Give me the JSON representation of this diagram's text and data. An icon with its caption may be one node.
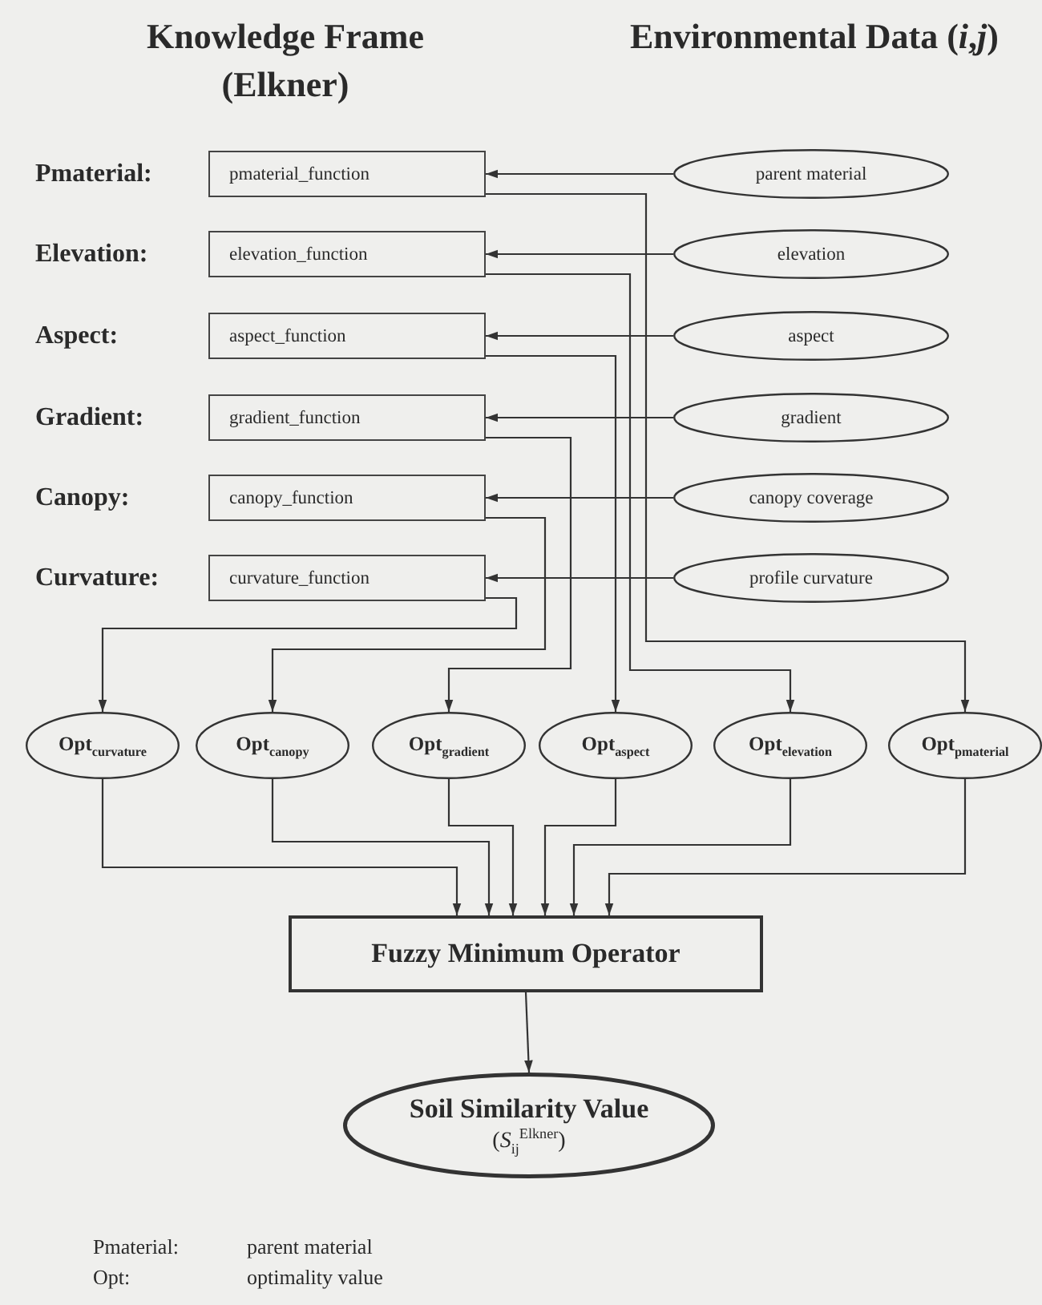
{
  "diagram": {
    "nodes": [
      {
        "text": [
          "Pmaterial:",
          "pmaterial_function"
        ]
      },
      {
        "text": [
          "Elevation:",
          "elevation_function"
        ]
      },
      {
        "text": [
          "Aspect:",
          "aspect_function"
        ]
      },
      {
        "text": [
          "Gradient:",
          "gradient_function"
        ]
      },
      {
        "text": [
          "Canopy:",
          "canopy_function"
        ]
      },
      {
        "text": [
          "Curvature:",
          "curvature_function"
        ]
      },
      {
        "text": [
          "parent material"
        ]
      },
      {
        "text": [
          "elevation"
        ]
      },
      {
        "text": [
          "aspect"
        ]
      },
      {
        "text": [
          "gradient"
        ]
      },
      {
        "text": [
          "canopy coverage"
        ]
      },
      {
        "text": [
          "profile curvature"
        ]
      },
      {
        "text": [
          "Opt$_{curvature}$"
        ]
      },
      {
        "text": [
          "Opt$_{canopy}$"
        ]
      },
      {
        "text": [
          "Opt$_{gradient}$"
        ]
      },
      {
        "text": [
          "Opt$_{aspect}$"
        ]
      },
      {
        "text": [
          "Opt$_{elevation}$"
        ]
      },
      {
        "text": [
          "Opt$_{pmaterial}$"
        ]
      },
      {
        "text": [
          "Fuzzy Minimum Operator"
        ]
      },
      {
        "text": [
          "Soil Similarity Value",
          "(*S*$_{ij}$$^{Elkner}$)"
        ]
      }
    ],
    "edges": [
      {
        "from": 6,
        "to": 0,
        "arrow": "to"
      },
      {
        "from": 7,
        "to": 1,
        "arrow": "to"
      },
      {
        "from": 8,
        "to": 2,
        "arrow": "to"
      },
      {
        "from": 9,
        "to": 3,
        "arrow": "to"
      },
      {
        "from": 10,
        "to": 4,
        "arrow": "to"
      },
      {
        "from": 11,
        "to": 5,
        "arrow": "to"
      },
      {
        "from": 0,
        "to": 17,
        "arrow": "to"
      },
      {
        "from": 1,
        "to": 16,
        "arrow": "to"
      },
      {
        "from": 2,
        "to": 15,
        "arrow": "to"
      },
      {
        "from": 3,
        "to": 14,
        "arrow": "to"
      },
      {
        "from": 4,
        "to": 13,
        "arrow": "to"
      },
      {
        "from": 5,
        "to": 12,
        "arrow": "to"
      },
      {
        "from": 12,
        "to": 18,
        "arrow": "to"
      },
      {
        "from": 13,
        "to": 18,
        "arrow": "to"
      },
      {
        "from": 14,
        "to": 18,
        "arrow": "to"
      },
      {
        "from": 15,
        "to": 18,
        "arrow": "to"
      },
      {
        "from": 16,
        "to": 18,
        "arrow": "to"
      },
      {
        "from": 17,
        "to": 18,
        "arrow": "to"
      },
      {
        "from": 18,
        "to": 19,
        "arrow": "to"
      }
    ],
    "labels": [
      "Knowledge Frame (Elkner)",
      "Environmental Data (*i*,*j*)",
      "Pmaterial:",
      "parent material",
      "Opt:",
      "optimality value"
    ]
  }
}
